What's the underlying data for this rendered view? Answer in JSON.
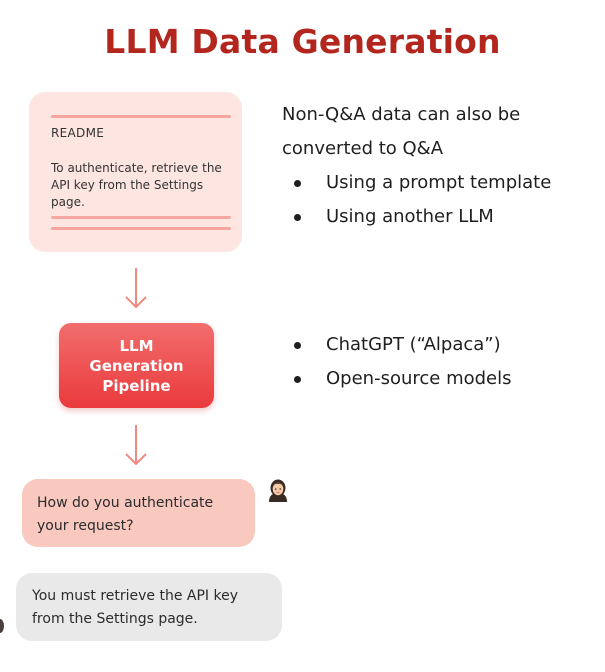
{
  "title": "LLM Data Generation",
  "doc": {
    "heading": "README",
    "body": "To authenticate, retrieve the API key from the Settings page."
  },
  "pipeline": {
    "label": "LLM Generation Pipeline"
  },
  "chat": {
    "question": "How do you authenticate your request?",
    "answer": "You must retrieve the API key from the Settings page."
  },
  "right": {
    "intro": "Non-Q&A data can also be converted to Q&A",
    "bullets1": [
      "Using a prompt template",
      "Using another LLM"
    ],
    "bullets2": [
      "ChatGPT (“Alpaca”)",
      "Open-source models"
    ]
  },
  "colors": {
    "title": "#b3261e",
    "arrow": "#f08a80",
    "pipeline": "#ea3a3c",
    "question_bubble": "#f9c9bf",
    "answer_bubble": "#e9e9e9",
    "doc_card": "#fde6e1"
  },
  "icons": [
    "arrow-down-icon",
    "user-avatar-icon"
  ]
}
